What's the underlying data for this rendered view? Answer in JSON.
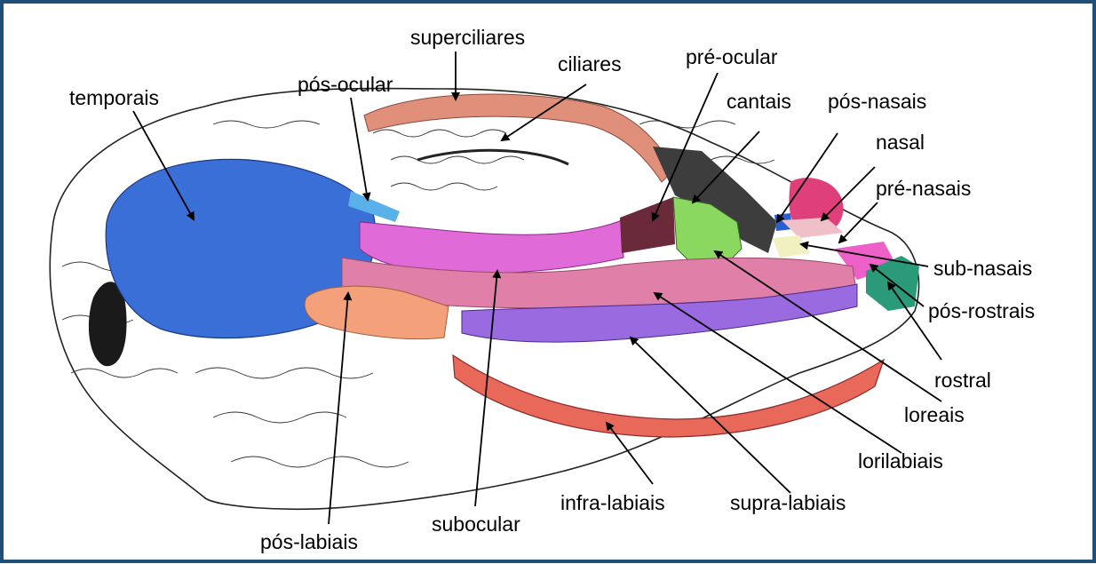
{
  "labels": {
    "temporais": "temporais",
    "pos_ocular": "pós-ocular",
    "superciliares": "superciliares",
    "ciliares": "ciliares",
    "pre_ocular": "pré-ocular",
    "cantais": "cantais",
    "pos_nasais": "pós-nasais",
    "nasal": "nasal",
    "pre_nasais": "pré-nasais",
    "sub_nasais": "sub-nasais",
    "pos_rostrais": "pós-rostrais",
    "rostral": "rostral",
    "loreais": "loreais",
    "lorilabiais": "lorilabiais",
    "supra_labiais": "supra-labiais",
    "infra_labiais": "infra-labiais",
    "subocular": "subocular",
    "pos_labiais": "pós-labiais"
  },
  "colors": {
    "frame": "#1f4e79",
    "temporais": "#3a6fd8",
    "pos_ocular": "#5ab0e8",
    "superciliares": "#e0907a",
    "pre_ocular": "#6b2a3a",
    "cantais": "#3d3d3d",
    "pos_nasais": "#2a5fcf",
    "nasal": "#e0407a",
    "pre_nasais": "#f0c0c8",
    "sub_nasais": "#f0f0c0",
    "pos_rostrais": "#ec60c8",
    "rostral": "#2a9a78",
    "loreais": "#8ad860",
    "lorilabiais": "#e07fa8",
    "supra_labiais": "#9a6ae0",
    "infra_labiais": "#e8685a",
    "subocular": "#e06ad8",
    "pos_labiais": "#f4a07a"
  }
}
